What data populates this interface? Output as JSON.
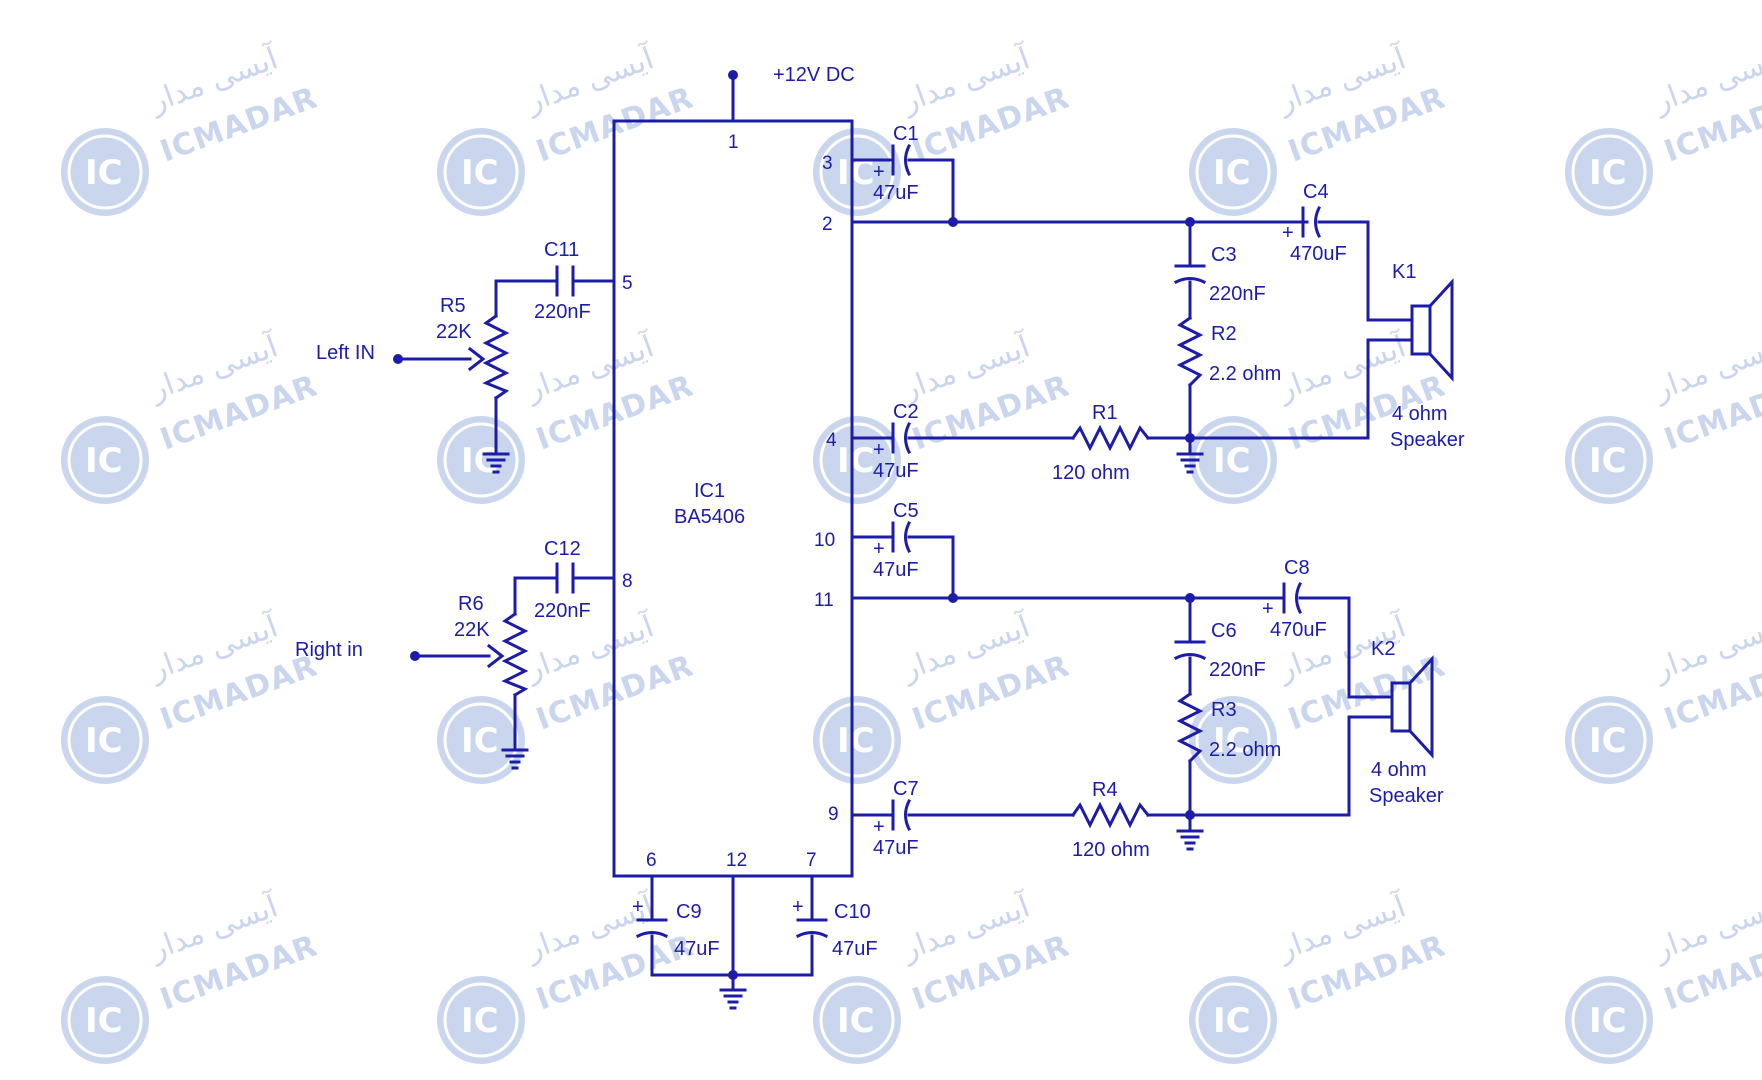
{
  "watermark": {
    "brand_latin": "ICMADAR",
    "brand_farsi": "آیسی مدار",
    "logo_text": "IC"
  },
  "power": {
    "label": "+12V DC"
  },
  "ic": {
    "ref": "IC1",
    "part": "BA5406",
    "pins": {
      "p1": "1",
      "p2": "2",
      "p3": "3",
      "p4": "4",
      "p5": "5",
      "p6": "6",
      "p7": "7",
      "p8": "8",
      "p9": "9",
      "p10": "10",
      "p11": "11",
      "p12": "12"
    }
  },
  "inputs": {
    "left": "Left IN",
    "right": "Right in"
  },
  "components": {
    "C1": {
      "ref": "C1",
      "value": "47uF"
    },
    "C2": {
      "ref": "C2",
      "value": "47uF"
    },
    "C3": {
      "ref": "C3",
      "value": "220nF"
    },
    "C4": {
      "ref": "C4",
      "value": "470uF"
    },
    "C5": {
      "ref": "C5",
      "value": "47uF"
    },
    "C6": {
      "ref": "C6",
      "value": "220nF"
    },
    "C7": {
      "ref": "C7",
      "value": "47uF"
    },
    "C8": {
      "ref": "C8",
      "value": "470uF"
    },
    "C9": {
      "ref": "C9",
      "value": "47uF"
    },
    "C10": {
      "ref": "C10",
      "value": "47uF"
    },
    "C11": {
      "ref": "C11",
      "value": "220nF"
    },
    "C12": {
      "ref": "C12",
      "value": "220nF"
    },
    "R1": {
      "ref": "R1",
      "value": "120 ohm"
    },
    "R2": {
      "ref": "R2",
      "value": "2.2 ohm"
    },
    "R3": {
      "ref": "R3",
      "value": "2.2 ohm"
    },
    "R4": {
      "ref": "R4",
      "value": "120 ohm"
    },
    "R5": {
      "ref": "R5",
      "value": "22K"
    },
    "R6": {
      "ref": "R6",
      "value": "22K"
    },
    "K1": {
      "ref": "K1",
      "line1": "4 ohm",
      "line2": "Speaker"
    },
    "K2": {
      "ref": "K2",
      "line1": "4 ohm",
      "line2": "Speaker"
    }
  },
  "polarity_mark": "+"
}
